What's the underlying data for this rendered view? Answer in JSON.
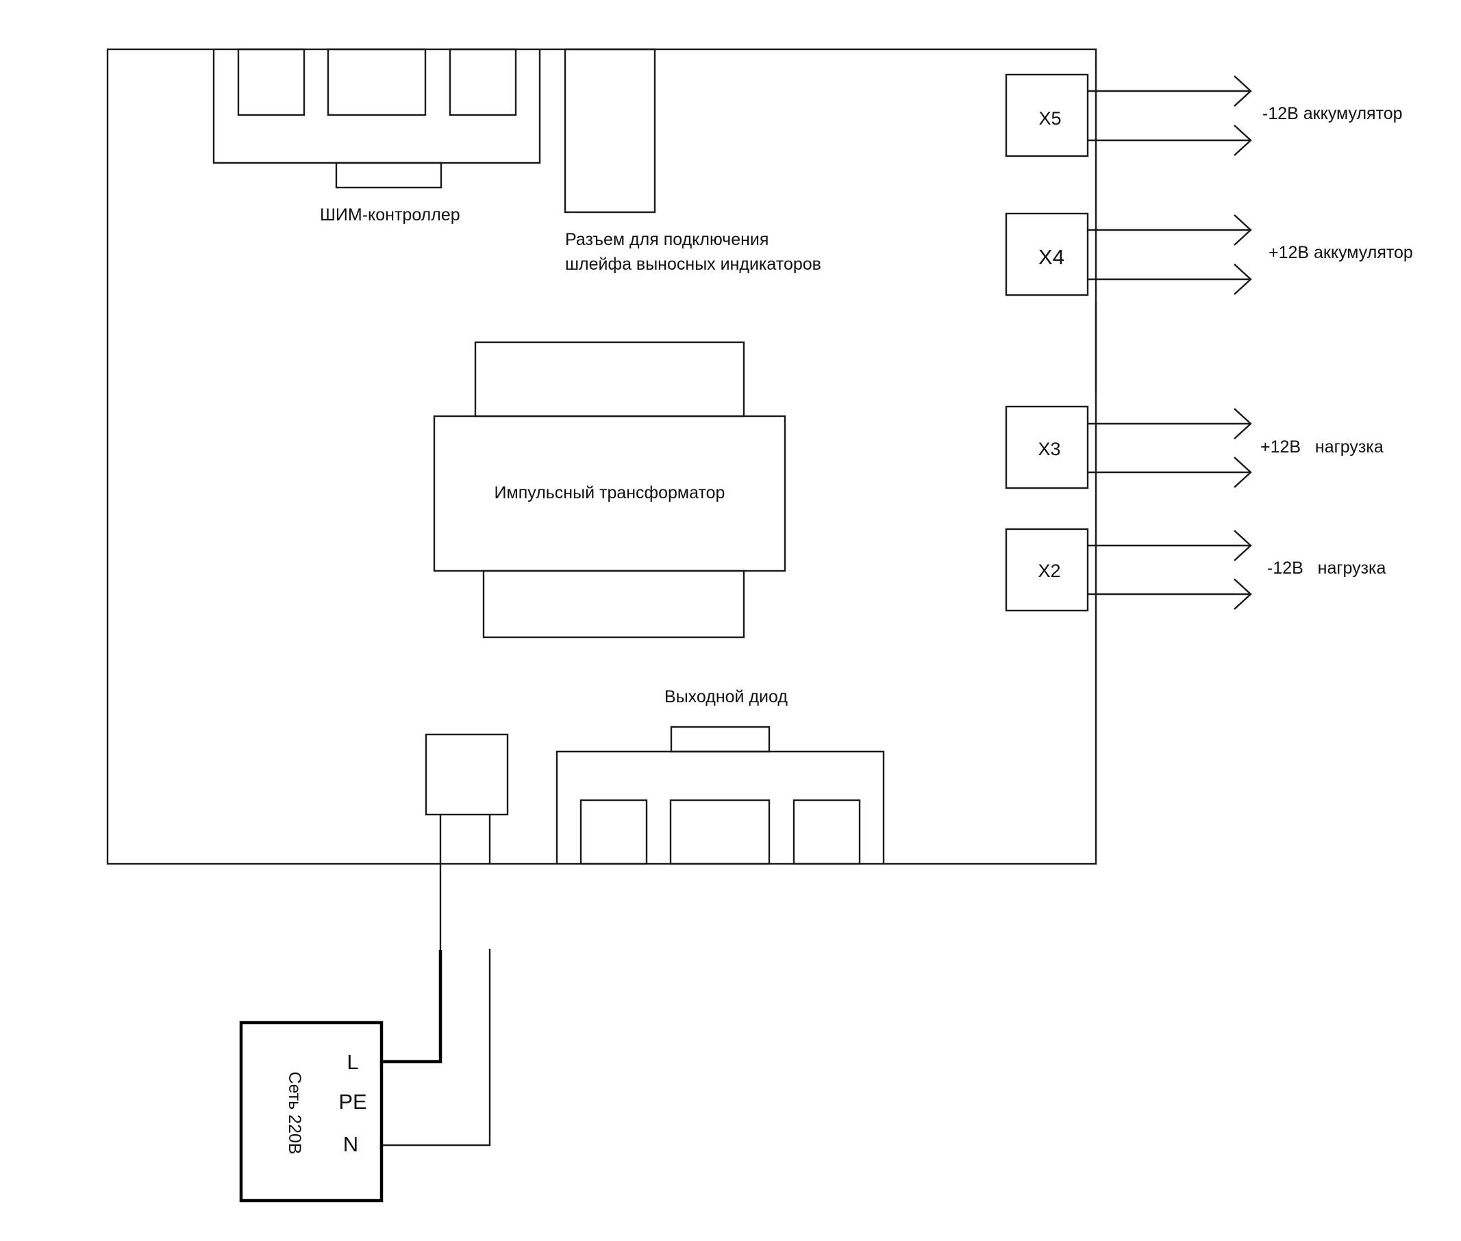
{
  "labels": {
    "pwm": "ШИМ-контроллер",
    "connector_line1": "Разъем для подключения",
    "connector_line2": "шлейфа выносных индикаторов",
    "transformer": "Импульсный трансформатор",
    "diode": "Выходной диод"
  },
  "terminals": [
    {
      "id": "X5",
      "name": "X5",
      "output": "-12В аккумулятор"
    },
    {
      "id": "X4",
      "name": "X4",
      "output": "+12В аккумулятор"
    },
    {
      "id": "X3",
      "name": "X3",
      "output": "+12В   нагрузка"
    },
    {
      "id": "X2",
      "name": "X2",
      "output": "-12В   нагрузка"
    }
  ],
  "mains": {
    "title": "Сеть 220В",
    "pins": [
      "L",
      "PE",
      "N"
    ]
  }
}
